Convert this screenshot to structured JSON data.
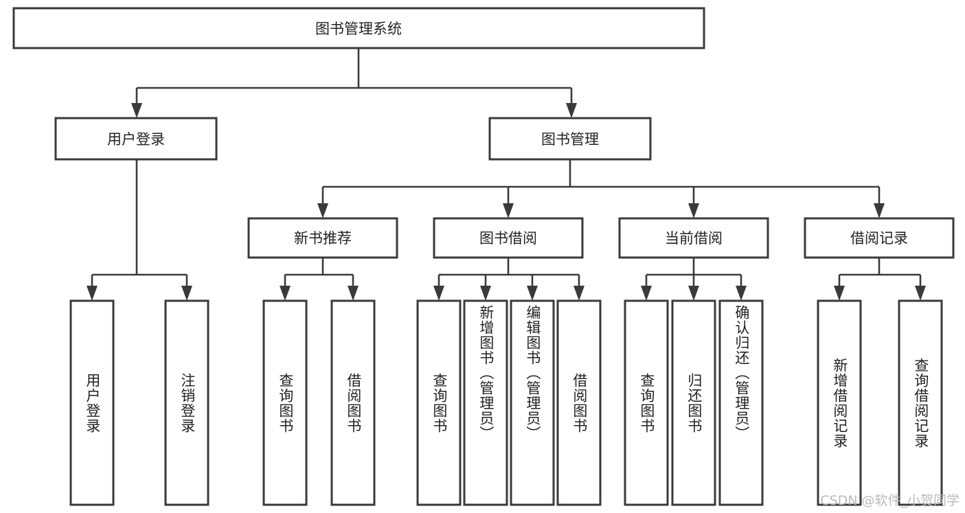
{
  "diagram": {
    "type": "tree-hierarchy",
    "title": "图书管理系统",
    "watermark": "CSDN @软件_小贺同学",
    "colors": {
      "stroke": "#3a3a3a",
      "fill": "#ffffff",
      "text": "#222222",
      "watermark": "#b9b9b9",
      "background": "#ffffff"
    },
    "levels": {
      "root": {
        "label": "图书管理系统"
      },
      "level2": [
        {
          "label": "用户登录"
        },
        {
          "label": "图书管理"
        }
      ],
      "level3": [
        {
          "label": "新书推荐"
        },
        {
          "label": "图书借阅"
        },
        {
          "label": "当前借阅"
        },
        {
          "label": "借阅记录"
        }
      ],
      "leaves": {
        "user_login": [
          {
            "label": "用户登录"
          },
          {
            "label": "注销登录"
          }
        ],
        "new_book": [
          {
            "label": "查询图书"
          },
          {
            "label": "借阅图书"
          }
        ],
        "book_borrow": [
          {
            "label": "查询图书"
          },
          {
            "label": "新增图书（管理员）"
          },
          {
            "label": "编辑图书（管理员）"
          },
          {
            "label": "借阅图书"
          }
        ],
        "current_borrow": [
          {
            "label": "查询图书"
          },
          {
            "label": "归还图书"
          },
          {
            "label": "确认归还（管理员）"
          }
        ],
        "borrow_record": [
          {
            "label": "新增借阅记录"
          },
          {
            "label": "查询借阅记录"
          }
        ]
      }
    }
  }
}
